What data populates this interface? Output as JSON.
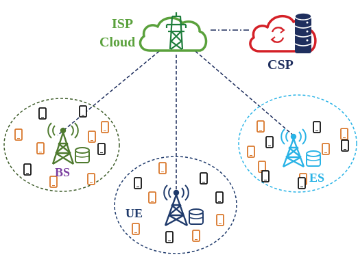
{
  "labels": {
    "isp_line1": "ISP",
    "isp_line2": "Cloud",
    "csp": "CSP",
    "bs": "BS",
    "ue": "UE",
    "es": "ES"
  },
  "colors": {
    "isp_green": "#5aa13c",
    "tower_green": "#4e7a2e",
    "csp_red": "#d42027",
    "csp_navy": "#1f2f5e",
    "bs_purple": "#7b3fa0",
    "ue_navy": "#1f3a6b",
    "es_cyan": "#29b3e6",
    "device_orange": "#d9772b",
    "device_black": "#111111",
    "link_navy": "#1a2a5a"
  },
  "icons": {
    "isp": "cloud-with-tower-icon",
    "csp": "cloud-with-database-icon",
    "bs": "radio-tower-icon",
    "ue": "radio-tower-icon",
    "es": "radio-tower-icon",
    "device": "mobile-phone-icon"
  }
}
